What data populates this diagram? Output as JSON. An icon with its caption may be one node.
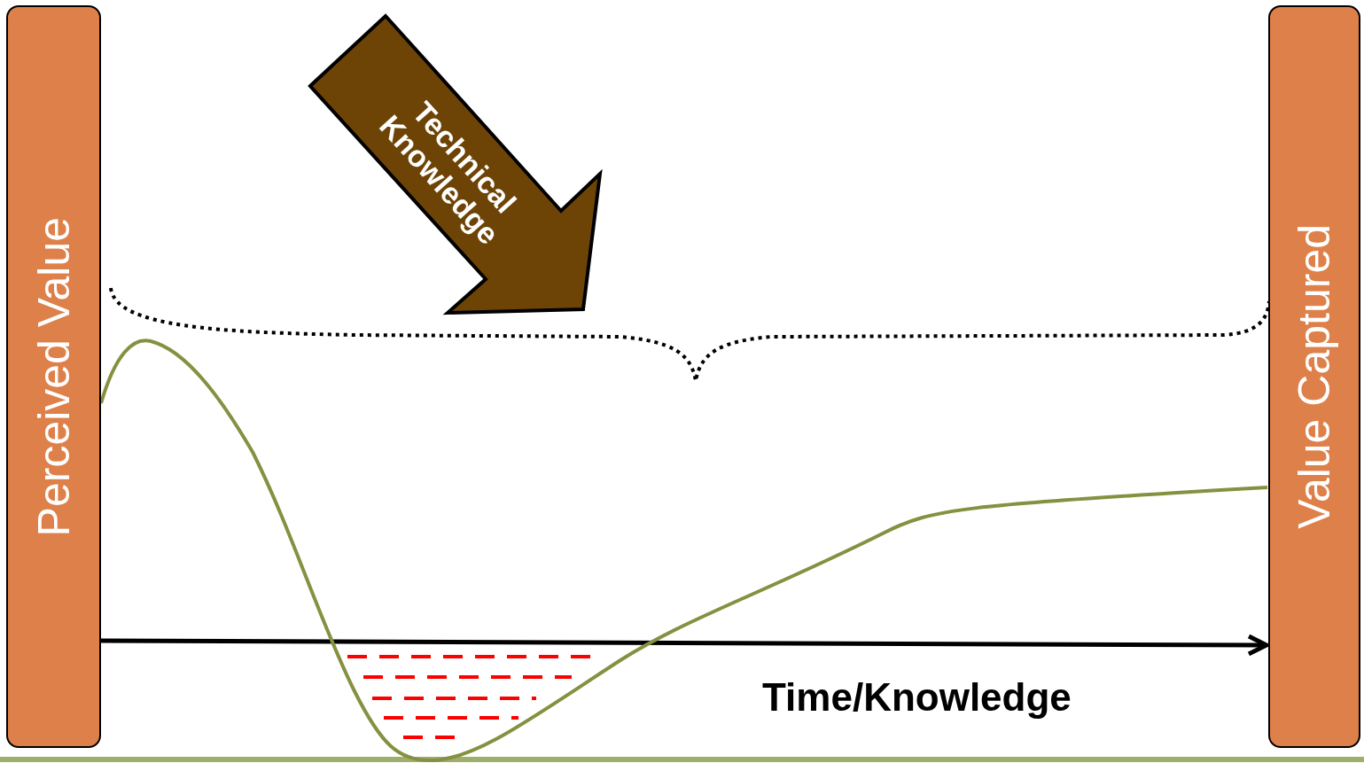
{
  "diagram": {
    "nodes": [
      {
        "text": [
          "Perceived Value"
        ]
      },
      {
        "text": [
          "Value Captured"
        ]
      },
      {
        "text": [
          "Technical Knowledge"
        ]
      }
    ],
    "edges": [
      {
        "from": 0,
        "to": 1,
        "arrow": "to",
        "label": "Time/Knowledge"
      }
    ]
  }
}
